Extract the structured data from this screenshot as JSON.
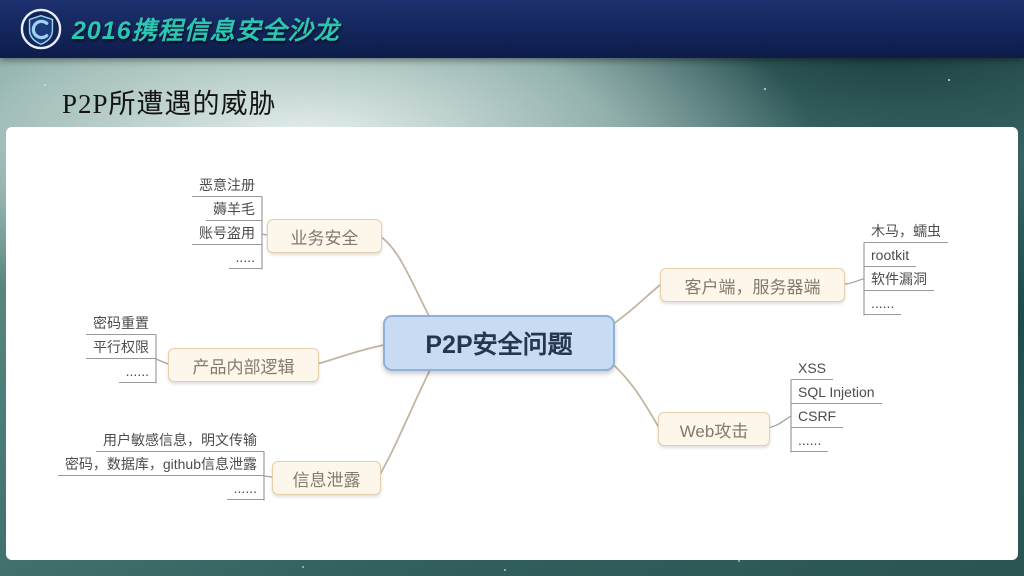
{
  "header": {
    "logo": "ctrip-security-shield-logo",
    "title": "2016携程信息安全沙龙",
    "bg_color": "#13255a",
    "title_color": "#2dc4b2"
  },
  "slide": {
    "title": "P2P所遭遇的威胁",
    "panel_bg": "#ffffff",
    "background_color": "#4d7d78"
  },
  "mindmap": {
    "center": {
      "label": "P2P安全问题",
      "fill": "#c9dbf2",
      "border": "#8fb1da"
    },
    "branch_style": {
      "fill": "#fdf6ea",
      "border": "#e6cfa9"
    },
    "branches": [
      {
        "id": "business-security",
        "label": "业务安全",
        "leaves": [
          "恶意注册",
          "薅羊毛",
          "账号盗用",
          "....."
        ]
      },
      {
        "id": "product-internal-logic",
        "label": "产品内部逻辑",
        "leaves": [
          "密码重置",
          "平行权限",
          "......"
        ]
      },
      {
        "id": "information-leakage",
        "label": "信息泄露",
        "leaves": [
          "用户敏感信息，明文传输",
          "密码，数据库，github信息泄露",
          "......"
        ]
      },
      {
        "id": "client-server-side",
        "label": "客户端，服务器端",
        "leaves": [
          "木马，蠕虫",
          "rootkit",
          "软件漏洞",
          "......"
        ]
      },
      {
        "id": "web-attack",
        "label": "Web攻击",
        "leaves": [
          "XSS",
          "SQL Injetion",
          "CSRF",
          "......"
        ]
      }
    ]
  }
}
